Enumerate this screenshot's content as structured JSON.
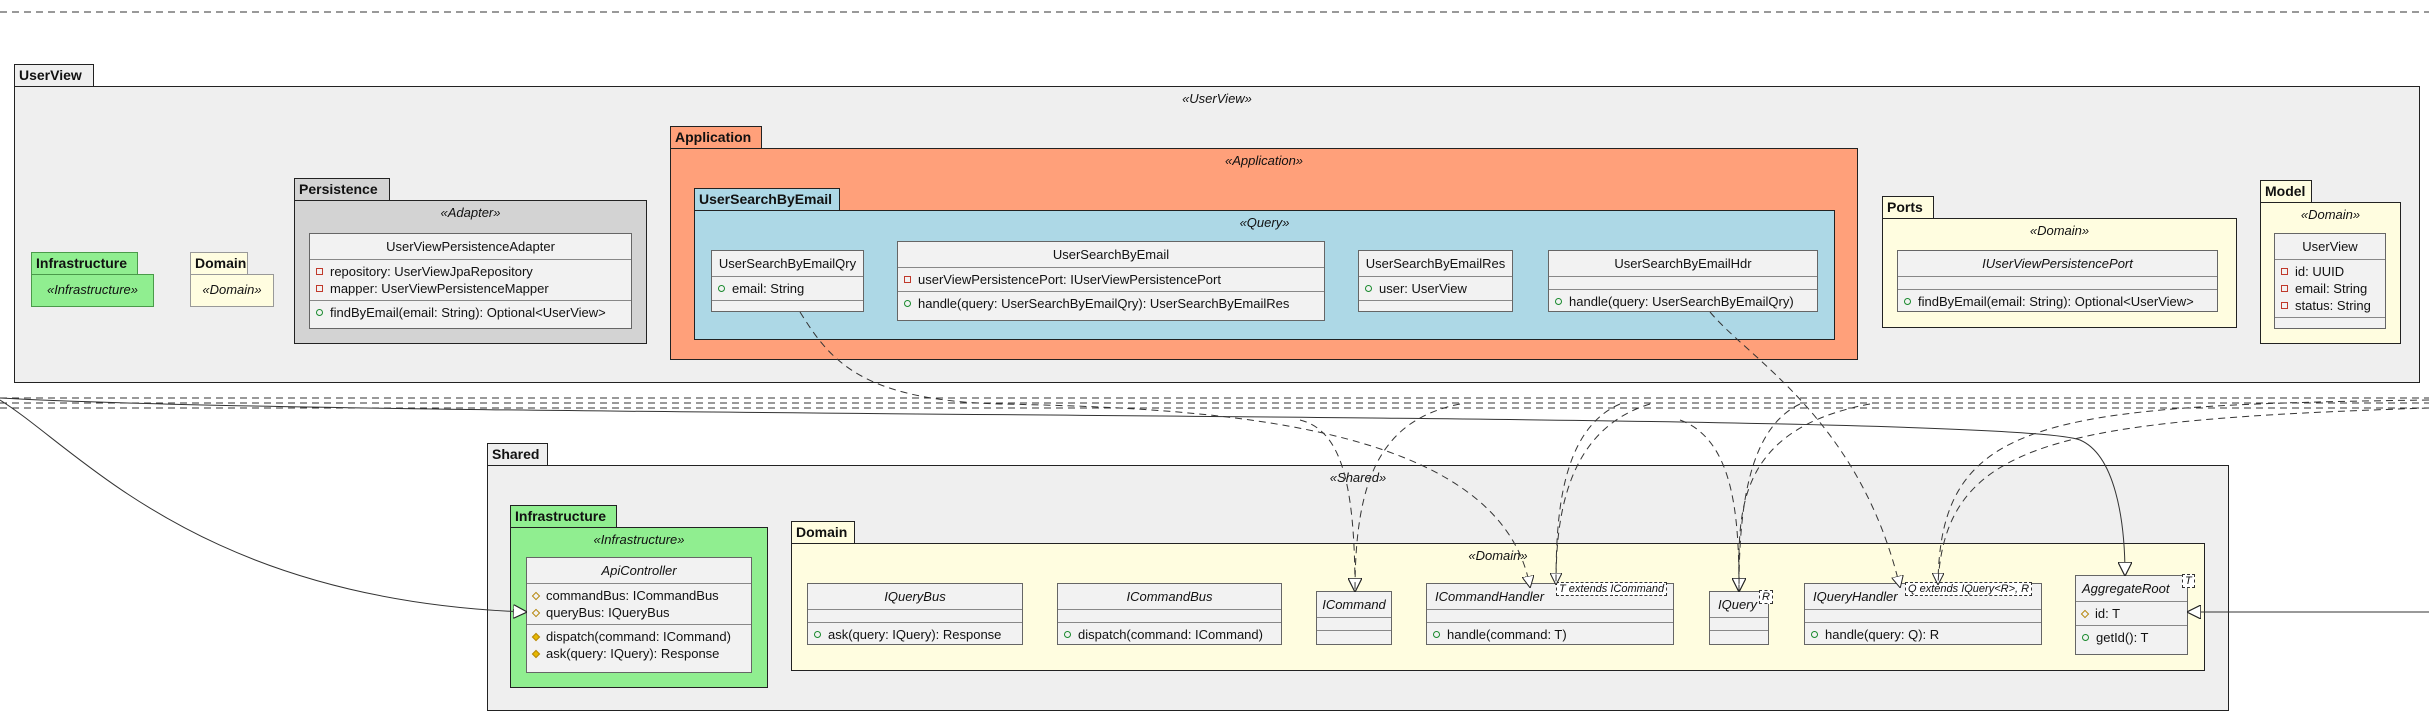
{
  "packages": {
    "userview": {
      "name": "UserView",
      "stereotype": "«UserView»"
    },
    "uv_infrastructure": {
      "name": "Infrastructure",
      "stereotype": "«Infrastructure»"
    },
    "uv_domain": {
      "name": "Domain",
      "stereotype": "«Domain»"
    },
    "persistence": {
      "name": "Persistence",
      "stereotype": "«Adapter»"
    },
    "application": {
      "name": "Application",
      "stereotype": "«Application»"
    },
    "usersearch": {
      "name": "UserSearchByEmail",
      "stereotype": "«Query»"
    },
    "ports": {
      "name": "Ports",
      "stereotype": "«Domain»"
    },
    "model": {
      "name": "Model",
      "stereotype": "«Domain»"
    },
    "shared": {
      "name": "Shared",
      "stereotype": "«Shared»"
    },
    "sh_infrastructure": {
      "name": "Infrastructure",
      "stereotype": "«Infrastructure»"
    },
    "sh_domain": {
      "name": "Domain",
      "stereotype": "«Domain»"
    }
  },
  "classes": {
    "persistence_adapter": {
      "name": "UserViewPersistenceAdapter",
      "fields": [
        "repository: UserViewJpaRepository",
        "mapper: UserViewPersistenceMapper"
      ],
      "methods": [
        "findByEmail(email: String): Optional<UserView>"
      ]
    },
    "qry": {
      "name": "UserSearchByEmailQry",
      "fields": [
        "email: String"
      ]
    },
    "handler": {
      "name": "UserSearchByEmail",
      "fields": [
        "userViewPersistencePort: IUserViewPersistencePort"
      ],
      "methods": [
        "handle(query: UserSearchByEmailQry): UserSearchByEmailRes"
      ]
    },
    "res": {
      "name": "UserSearchByEmailRes",
      "fields": [
        "user: UserView"
      ]
    },
    "hdr": {
      "name": "UserSearchByEmailHdr",
      "methods": [
        "handle(query: UserSearchByEmailQry)"
      ]
    },
    "port": {
      "name": "IUserViewPersistencePort",
      "methods": [
        "findByEmail(email: String): Optional<UserView>"
      ]
    },
    "userview": {
      "name": "UserView",
      "fields": [
        "id: UUID",
        "email: String",
        "status: String"
      ]
    },
    "api": {
      "name": "ApiController",
      "fields": [
        "commandBus: ICommandBus",
        "queryBus: IQueryBus"
      ],
      "methods": [
        "dispatch(command: ICommand)",
        "ask(query: IQuery): Response"
      ]
    },
    "querybus": {
      "name": "IQueryBus",
      "methods": [
        "ask(query: IQuery): Response"
      ]
    },
    "commandbus": {
      "name": "ICommandBus",
      "methods": [
        "dispatch(command: ICommand)"
      ]
    },
    "icommand": {
      "name": "ICommand"
    },
    "icommandhandler": {
      "name": "ICommandHandler",
      "tparam": "T extends ICommand",
      "methods": [
        "handle(command: T)"
      ]
    },
    "iquery": {
      "name": "IQuery",
      "tparam": "R"
    },
    "iqueryhandler": {
      "name": "IQueryHandler",
      "tparam": "Q extends IQuery<R>, R",
      "methods": [
        "handle(query: Q): R"
      ]
    },
    "aggregateroot": {
      "name": "AggregateRoot",
      "tparam": "T",
      "fields": [
        "id: T"
      ],
      "methods": [
        "getId(): T"
      ]
    }
  },
  "colors": {
    "package_grey": "#efefef",
    "persistence": "#d3d3d3",
    "infrastructure": "#90ee90",
    "domain": "#fffde0",
    "application": "#ffa07a",
    "query": "#add8e6"
  }
}
